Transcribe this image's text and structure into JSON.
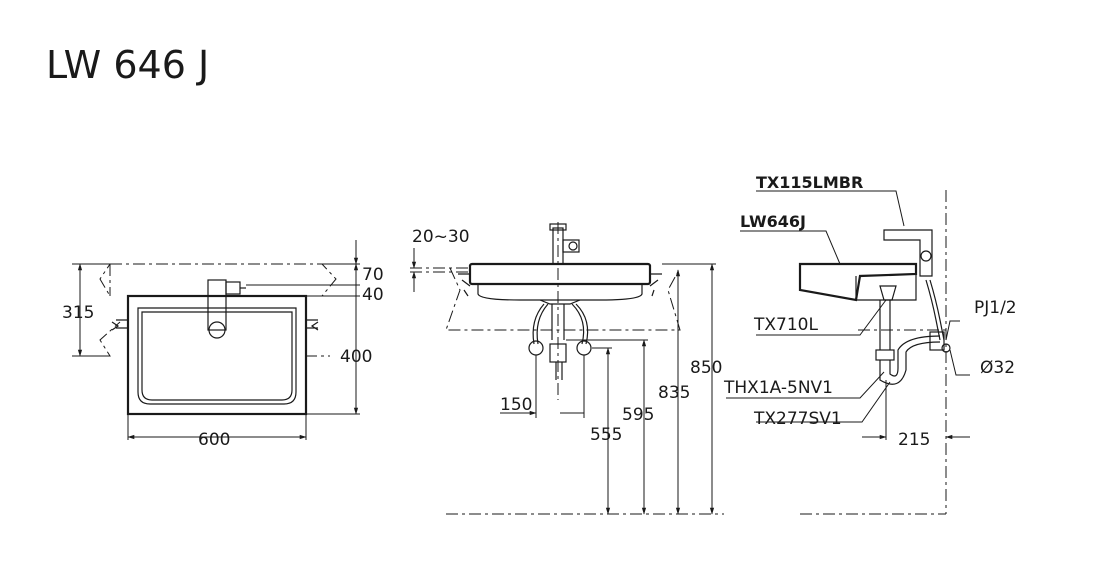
{
  "title": "LW 646 J",
  "dimensions": {
    "d_315": "315",
    "d_600": "600",
    "d_70": "70",
    "d_40": "40",
    "d_400": "400",
    "d_20_30": "20~30",
    "d_150": "150",
    "d_555": "555",
    "d_595": "595",
    "d_835": "835",
    "d_850": "850",
    "d_215": "215"
  },
  "parts": {
    "faucet": "TX115LMBR",
    "basin": "LW646J",
    "drain": "TX710L",
    "pj": "PJ1/2",
    "diameter": "Ø32",
    "supply": "THX1A-5NV1",
    "trap": "TX277SV1"
  }
}
